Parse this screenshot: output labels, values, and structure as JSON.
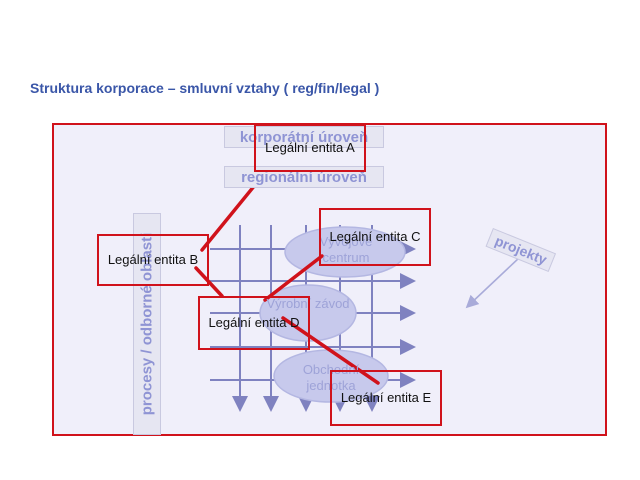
{
  "title": "Struktura korporace – smluvní vztahy ( reg/fin/legal )",
  "layers": {
    "corporate": "korporátní úroveň",
    "regional": "regionální úroveň",
    "processes": "procesy / odborné oblasti",
    "projects": "projekty"
  },
  "units": {
    "dev_center": "Vývojové centrum",
    "production_plant": "Výrobní závod",
    "business_unit": "Obchodní jednotka"
  },
  "entities": {
    "a": "Legální entita A",
    "b": "Legální entita B",
    "c": "Legální entita C",
    "d": "Legální entita D",
    "e": "Legální entita E"
  },
  "colors": {
    "accent": "#d0121b",
    "title": "#3a56a8",
    "label": "#8f94d4",
    "grid": "#7f82c0",
    "ellipse": "#c7c9ec"
  }
}
